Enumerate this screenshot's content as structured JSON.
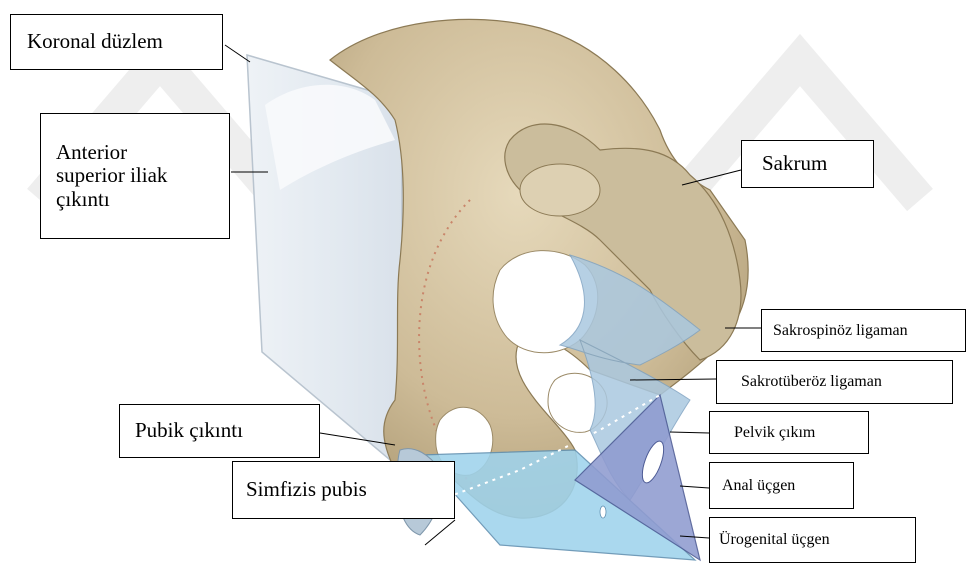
{
  "colors": {
    "background": "#ffffff",
    "bone": "#d3c3a2",
    "bone_shadow": "#9b8a67",
    "ligament": "#aac8e0",
    "perineum_anal": "#8f9bd0",
    "perineum_urogenital": "#9fd3ec",
    "plane": "#e6ecf2",
    "watermark": "#eeeeee"
  },
  "labels": {
    "koronal": "Koronal düzlem",
    "asis": [
      "Anterior",
      "superior iliak",
      "çıkıntı"
    ],
    "sakrum": "Sakrum",
    "sakrospinoz": "Sakrospinöz ligaman",
    "sakrotuberoz": "Sakrotüberöz ligaman",
    "pelvik_cikim": "Pelvik çıkım",
    "anal_ucgen": "Anal üçgen",
    "urogenital_ucgen": "Ürogenital üçgen",
    "pubik_cikinti": "Pubik çıkıntı",
    "simfizis": "Simfizis pubis"
  }
}
